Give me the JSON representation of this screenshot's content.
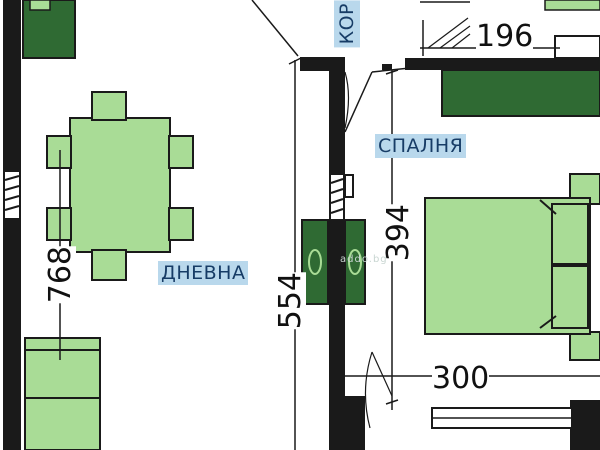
{
  "rooms": {
    "corridor": "КОР",
    "bedroom": "СПАЛНЯ",
    "living": "ДНЕВНА"
  },
  "dimensions": {
    "top_width": "196",
    "bedroom_height": "394",
    "living_height": "768",
    "corridor_height": "554",
    "bedroom_width": "300"
  },
  "watermark": "addo.bg",
  "colors": {
    "wall": "#1a1a1a",
    "furniture_fill": "#a9dc96",
    "furniture_dark": "#2f6a33",
    "label_bg": "#b9d8ec",
    "label_text": "#173c66"
  }
}
